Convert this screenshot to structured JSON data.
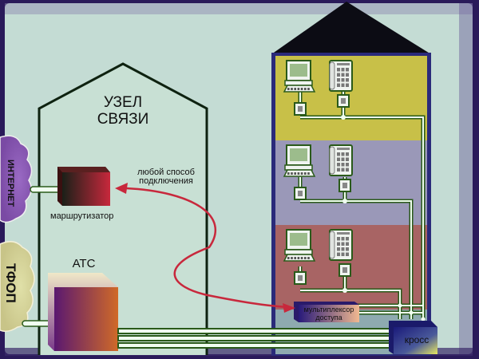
{
  "title": "Схема подключения: узел связи и здание абонентов",
  "node": {
    "title_line1": "УЗЕЛ",
    "title_line2": "СВЯЗИ",
    "router_label": "маршрутизатор",
    "pbx_label": "АТС",
    "connection_note_line1": "любой способ",
    "connection_note_line2": "подключения"
  },
  "clouds": {
    "internet": "ИНТЕРНЕТ",
    "pstn": "ТФОП"
  },
  "building": {
    "floors": [
      {
        "name": "floor-top",
        "color": "#c8c048",
        "devices": [
          "computer",
          "telephone"
        ]
      },
      {
        "name": "floor-middle",
        "color": "#9a98b8",
        "devices": [
          "computer",
          "telephone"
        ]
      },
      {
        "name": "floor-bottom",
        "color": "#a86464",
        "devices": [
          "computer",
          "telephone"
        ]
      }
    ],
    "ground_color": "#8eaab0",
    "roof_color": "#0c0c14",
    "mux_label_line1": "мультиплексор",
    "mux_label_line2": "доступа",
    "cross_label": "кросс"
  },
  "colors": {
    "background": "#c4dcd4",
    "frame": "#2a1a5a",
    "wire": "#f0fff0",
    "wire_glow": "#2a5a1a",
    "arrow": "#c8283c",
    "internet_cloud": "#8a5ab4",
    "pstn_cloud": "#d8d898"
  }
}
